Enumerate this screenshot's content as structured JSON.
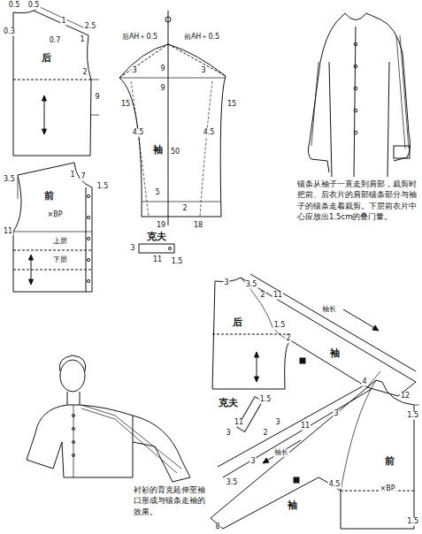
{
  "diagram": {
    "caption": "衬衫的育克延伸至袖口形成与镶条走袖的效果。",
    "labels": [
      "0.5",
      "0.5",
      "0.3",
      "1",
      "0.7",
      "2.5",
      "1",
      "后",
      "2",
      "9",
      "3.5",
      "1",
      "7",
      "1.5",
      "前",
      "×BP",
      "11",
      "上层",
      "下层",
      "后AH＋0.5",
      "前AH＋0.5",
      "3",
      "3",
      "9",
      "9",
      "15",
      "15",
      "4.5",
      "4.5",
      "袖",
      "50",
      "5",
      "2",
      "19",
      "18",
      "克夫",
      "3",
      "11",
      "1.5",
      "镶条从袖子一直走到肩部，裁剪时把前、后衣片的肩部镶条部分与袖子的镶条走着裁剪。下层前衣片中心应放出1.5cm的叠门量。",
      "3",
      "3.5",
      "2",
      "11",
      "袖长",
      "后",
      "1.5",
      "2",
      "袖",
      "4",
      "12",
      "克夫",
      "1.5",
      "11",
      "3",
      "2",
      "3",
      "11",
      "3",
      "1.5",
      "袖长",
      "3",
      "前",
      "3.5",
      "4.5",
      "×BP",
      "袖",
      "8",
      "1.5"
    ]
  }
}
